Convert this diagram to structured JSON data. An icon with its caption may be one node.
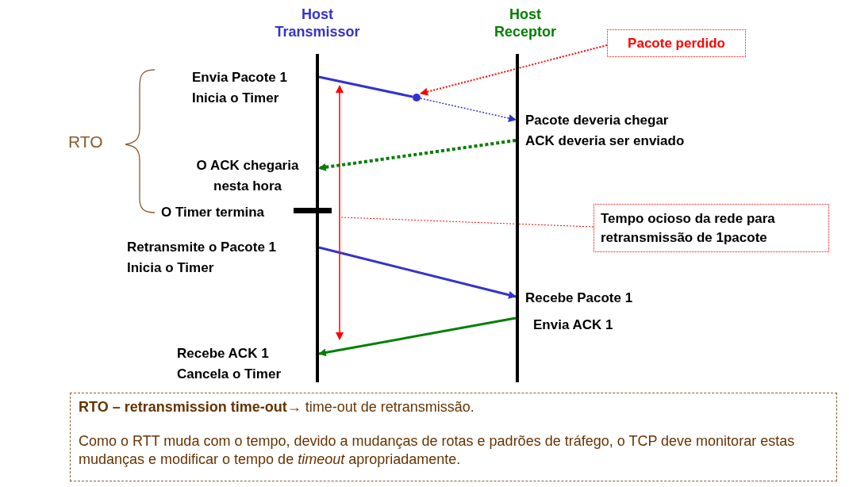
{
  "diagram": {
    "nodes": [
      {
        "text": [],
        "shape": "bar",
        "beside": [
          "Host Transmissor"
        ]
      },
      {
        "text": [],
        "shape": "bar",
        "beside": [
          "Host Receptor"
        ]
      },
      {
        "text": [],
        "shape": "circle"
      },
      {
        "text": [
          "Pacote perdido"
        ]
      },
      {
        "text": [
          "Tempo ocioso da rede para retransmissão de 1pacote"
        ]
      },
      {
        "text": [
          "**RTO – retransmission time-out→**  time-out de retransmissão.",
          "Como o RTT muda com o tempo, devido a mudanças de rotas e padrões de tráfego, o TCP deve monitorar estas mudanças e modificar o tempo de *timeout* apropriadamente."
        ]
      }
    ],
    "edges": [
      {
        "from": 0,
        "to": 2,
        "arrow": "none",
        "color": "#3333cc"
      },
      {
        "from": 2,
        "to": 1,
        "arrow": "to",
        "style": "dashed",
        "color": "#3333cc"
      },
      {
        "from": 3,
        "to": 2,
        "arrow": "to",
        "style": "dashed",
        "color": "#ff0000"
      },
      {
        "from": 1,
        "to": 0,
        "arrow": "to",
        "style": "dashed",
        "color": "#008000"
      },
      {
        "from": 0,
        "to": 1,
        "arrow": "to",
        "color": "#3333cc"
      },
      {
        "from": 1,
        "to": 0,
        "arrow": "to",
        "color": "#008000"
      },
      {
        "from": 4,
        "to": null,
        "arrow": "none",
        "style": "dashed",
        "color": "#ff0000"
      }
    ],
    "labels": [
      "RTO",
      "Envia Pacote 1",
      "Inicia o Timer",
      "Pacote deveria chegar",
      "ACK deveria ser enviado",
      "O ACK chegaria nesta hora",
      "O Timer termina",
      "Retransmite o Pacote 1",
      "Inicia o Timer",
      "Recebe Pacote 1",
      "Envia ACK 1",
      "Recebe ACK 1",
      "Cancela o Timer"
    ]
  }
}
